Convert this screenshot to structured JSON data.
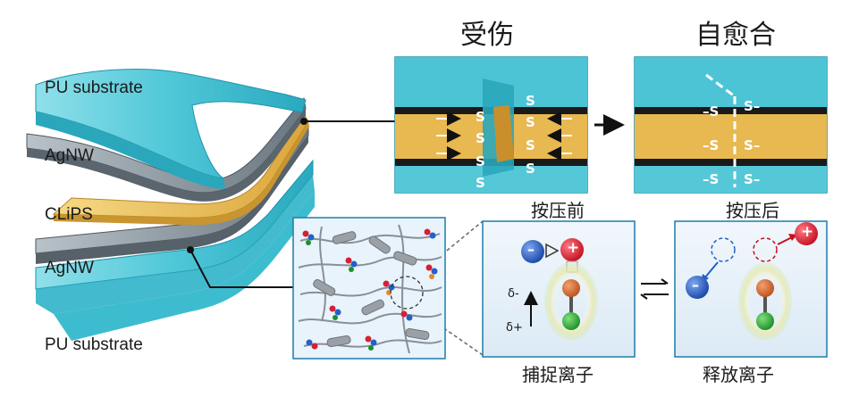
{
  "titles": {
    "damaged": "受伤",
    "healed": "自愈合"
  },
  "layers": {
    "pu_top": "PU substrate",
    "agnw_top": "AgNW",
    "clips": "CLiPS",
    "agnw_bottom": "AgNW",
    "pu_bottom": "PU substrate"
  },
  "captions": {
    "before_press": "按压前",
    "after_press": "按压后",
    "capture_ions": "捕捉离子",
    "release_ions": "释放离子"
  },
  "symbols": {
    "sulfur": "S",
    "dash_sulfur_left": "–S",
    "dash_sulfur_right": "S–",
    "delta_minus": "δ-",
    "delta_plus": "δ+",
    "plus": "+",
    "minus": "–"
  },
  "colors": {
    "substrate_cyan": "#49c3d6",
    "agnw_gray": "#6e7b85",
    "clips_yellow": "#e9be57",
    "cation_red": "#d81f30",
    "anion_blue": "#2161c8",
    "arrow_black": "#111111"
  }
}
